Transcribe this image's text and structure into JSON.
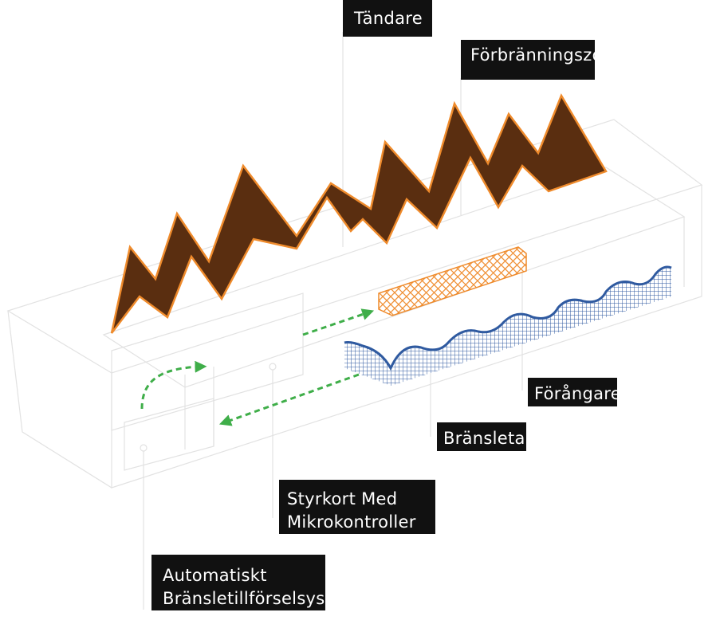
{
  "labels": {
    "tandare": "Tändare",
    "forbranningszon": "Förbränningszon",
    "forangare": "Förångare",
    "bransletank": "Bränsletank",
    "styrkort_line1": "Styrkort Med",
    "styrkort_line2": "Mikrokontroller",
    "automatiskt_line1": "Automatiskt",
    "automatiskt_line2": "Bränsletillförselsystem"
  },
  "colors": {
    "flame_fill": "#5a2e10",
    "flame_stroke": "#ef8b2c",
    "igniter": "#ef8b2c",
    "fuel_tank": "#2f5aa0",
    "flow_arrows": "#3fae49",
    "outline": "#e2e2e2",
    "label_bg": "#111111",
    "label_text": "#ffffff"
  }
}
